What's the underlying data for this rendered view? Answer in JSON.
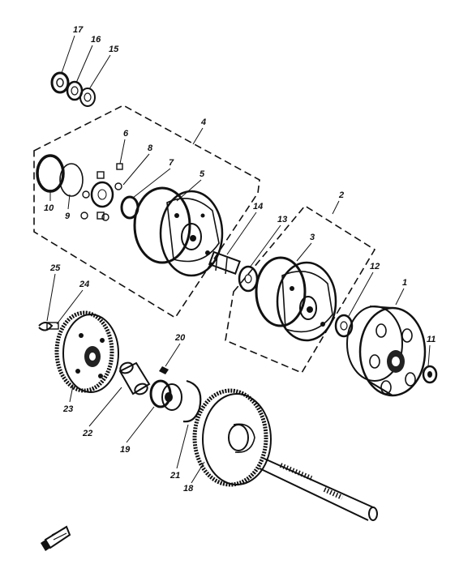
{
  "diagram": {
    "part_labels": [
      {
        "id": "p17",
        "text": "17"
      },
      {
        "id": "p16",
        "text": "16"
      },
      {
        "id": "p15",
        "text": "15"
      },
      {
        "id": "p4",
        "text": "4"
      },
      {
        "id": "p6",
        "text": "6"
      },
      {
        "id": "p8",
        "text": "8"
      },
      {
        "id": "p7",
        "text": "7"
      },
      {
        "id": "p5",
        "text": "5"
      },
      {
        "id": "p10",
        "text": "10"
      },
      {
        "id": "p9",
        "text": "9"
      },
      {
        "id": "p14",
        "text": "14"
      },
      {
        "id": "p13",
        "text": "13"
      },
      {
        "id": "p2",
        "text": "2"
      },
      {
        "id": "p3",
        "text": "3"
      },
      {
        "id": "p12",
        "text": "12"
      },
      {
        "id": "p1",
        "text": "1"
      },
      {
        "id": "p11",
        "text": "11"
      },
      {
        "id": "p25",
        "text": "25"
      },
      {
        "id": "p24",
        "text": "24"
      },
      {
        "id": "p23",
        "text": "23"
      },
      {
        "id": "p20",
        "text": "20"
      },
      {
        "id": "p22",
        "text": "22"
      },
      {
        "id": "p19",
        "text": "19"
      },
      {
        "id": "p21",
        "text": "21"
      },
      {
        "id": "p18",
        "text": "18"
      }
    ],
    "colors": {
      "ink": "#111111",
      "paper": "#ffffff"
    },
    "icons": [
      "front-direction-arrow-icon"
    ]
  }
}
